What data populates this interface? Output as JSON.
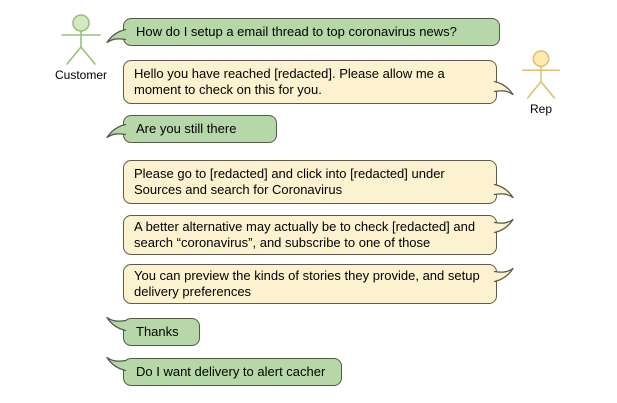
{
  "diagram": {
    "type": "chat-conversation",
    "actors": {
      "customer": {
        "label": "Customer"
      },
      "rep": {
        "label": "Rep"
      }
    },
    "messages": [
      {
        "sender": "customer",
        "text": "How do I setup a email thread to top coronavirus news?"
      },
      {
        "sender": "rep",
        "text": "Hello you have reached [redacted]. Please allow me a moment to check on this for you."
      },
      {
        "sender": "customer",
        "text": "Are you still there"
      },
      {
        "sender": "rep",
        "text": "Please go to [redacted] and click into [redacted] under Sources and search for Coronavirus"
      },
      {
        "sender": "rep",
        "text": "A better alternative may actually be to check [redacted] and search “coronavirus”, and subscribe to one of those"
      },
      {
        "sender": "rep",
        "text": "You can preview the kinds of stories they provide, and setup delivery preferences"
      },
      {
        "sender": "customer",
        "text": "Thanks"
      },
      {
        "sender": "customer",
        "text": "Do I want delivery to alert cacher"
      }
    ]
  },
  "theme": {
    "background": "#ffffff",
    "text-color": "#000000",
    "customer-bubble-fill": "#b6d7a8",
    "customer-bubble-border": "#525a48",
    "rep-bubble-fill": "#fdf2d0",
    "rep-bubble-border": "#5e5a49",
    "customer-actor-stroke": "#93c47d",
    "customer-actor-fill": "#d6e7c5",
    "rep-actor-stroke": "#dcbf71",
    "rep-actor-fill": "#ffeab3"
  }
}
